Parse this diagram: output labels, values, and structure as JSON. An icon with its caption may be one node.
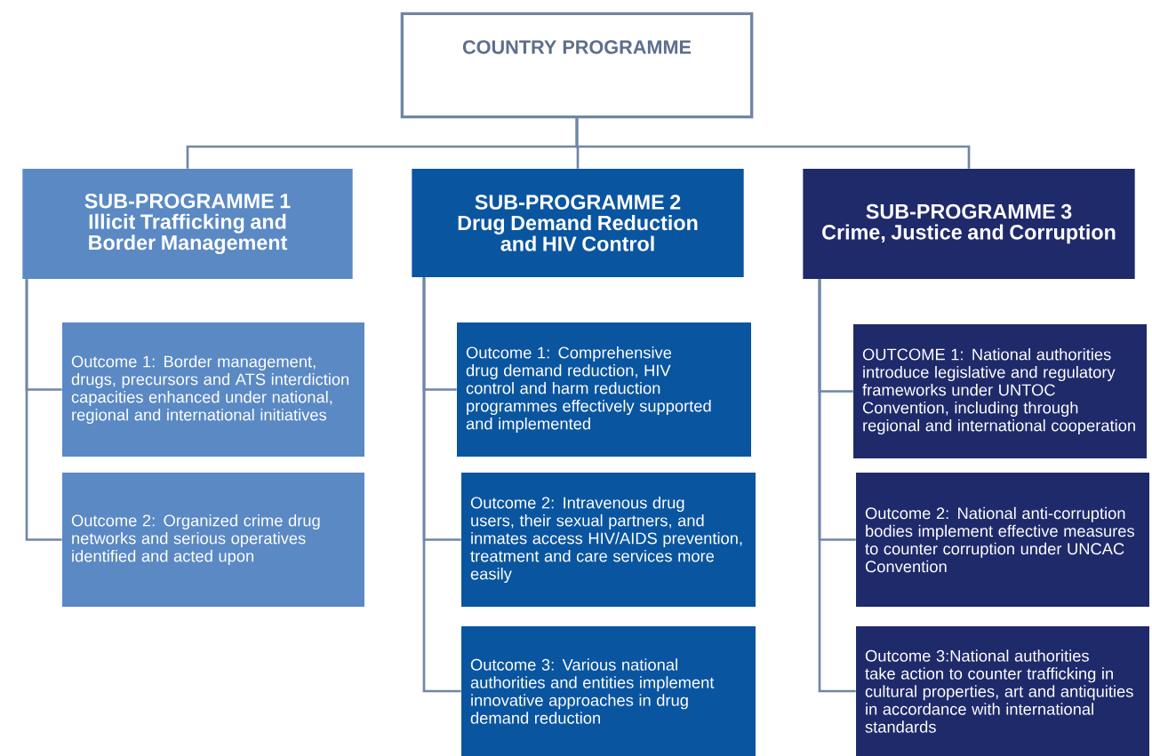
{
  "diagram": {
    "nodes": [
      {
        "text": [
          "COUNTRY PROGRAMME"
        ]
      },
      {
        "text": [
          "SUB-PROGRAMME 1",
          "Illicit Trafficking and Border Management"
        ]
      },
      {
        "text": [
          "SUB-PROGRAMME 2",
          "Drug Demand Reduction and HIV Control"
        ]
      },
      {
        "text": [
          "SUB-PROGRAMME 3",
          "Crime, Justice and Corruption"
        ]
      },
      {
        "text": [
          "Outcome 1: Border management, drugs, precursors and ATS interdiction capacities enhanced under national, regional and international initiatives"
        ]
      },
      {
        "text": [
          "Outcome 2: Organized crime drug networks and serious operatives identified and acted upon"
        ]
      },
      {
        "text": [
          "Outcome 1: Comprehensive drug demand reduction, HIV control and harm reduction programmes effectively supported and implemented"
        ]
      },
      {
        "text": [
          "Outcome 2: Intravenous drug users, their sexual partners, and inmates access HIV/AIDS prevention, treatment and care services more easily"
        ]
      },
      {
        "text": [
          "Outcome 3: Various national authorities and entities implement innovative approaches in drug demand reduction"
        ]
      },
      {
        "text": [
          "OUTCOME 1: National authorities introduce legislative and regulatory frameworks under UNTOC Convention, including through regional and international cooperation"
        ]
      },
      {
        "text": [
          "Outcome 2: National anti-corruption bodies implement effective measures to counter corruption under UNCAC Convention"
        ]
      },
      {
        "text": [
          "Outcome 3:National authorities take action to counter trafficking in cultural properties, art and antiquities in accordance with international standards"
        ]
      }
    ],
    "edges": [
      {
        "from": 0,
        "to": 1,
        "arrow": "none"
      },
      {
        "from": 0,
        "to": 2,
        "arrow": "none"
      },
      {
        "from": 0,
        "to": 3,
        "arrow": "none"
      },
      {
        "from": 1,
        "to": 4,
        "arrow": "none"
      },
      {
        "from": 1,
        "to": 5,
        "arrow": "none"
      },
      {
        "from": 2,
        "to": 6,
        "arrow": "none"
      },
      {
        "from": 2,
        "to": 7,
        "arrow": "none"
      },
      {
        "from": 2,
        "to": 8,
        "arrow": "none"
      },
      {
        "from": 3,
        "to": 9,
        "arrow": "none"
      },
      {
        "from": 3,
        "to": 10,
        "arrow": "none"
      },
      {
        "from": 3,
        "to": 11,
        "arrow": "none"
      }
    ]
  }
}
